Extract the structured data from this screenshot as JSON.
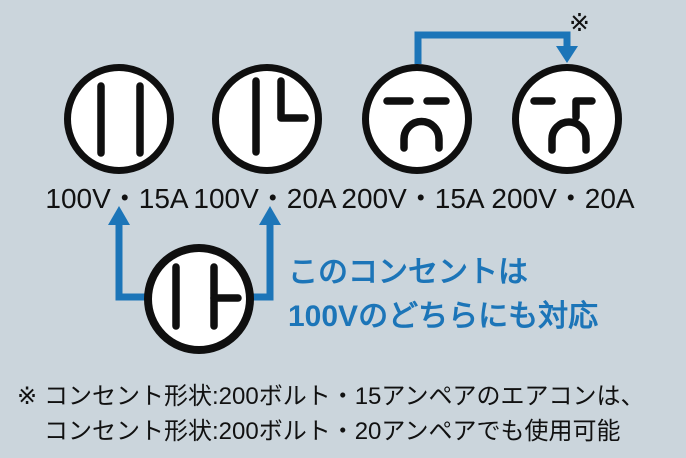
{
  "colors": {
    "background": "#cbd5dc",
    "accent_blue": "#1c75b8",
    "ink": "#111111",
    "outlet_fill": "#ffffff"
  },
  "outlets": [
    {
      "label": "100V・15A",
      "icon": "outlet-two-vertical-slots-icon"
    },
    {
      "label": "100V・20A",
      "icon": "outlet-vertical-and-l-slot-icon"
    },
    {
      "label": "200V・15A",
      "icon": "outlet-two-horizontal-slots-ground-icon"
    },
    {
      "label": "200V・20A",
      "icon": "outlet-horizontal-and-l-slot-ground-icon"
    }
  ],
  "compat_arrow": {
    "marker": "※"
  },
  "plug_callout": {
    "icon": "plug-dual-100v-icon",
    "line1": "このコンセントは",
    "line2": "100Vのどちらにも対応"
  },
  "footnote": {
    "marker": "※",
    "line1": "コンセント形状:200ボルト・15アンペアのエアコンは、",
    "line2": "コンセント形状:200ボルト・20アンペアでも使用可能"
  }
}
